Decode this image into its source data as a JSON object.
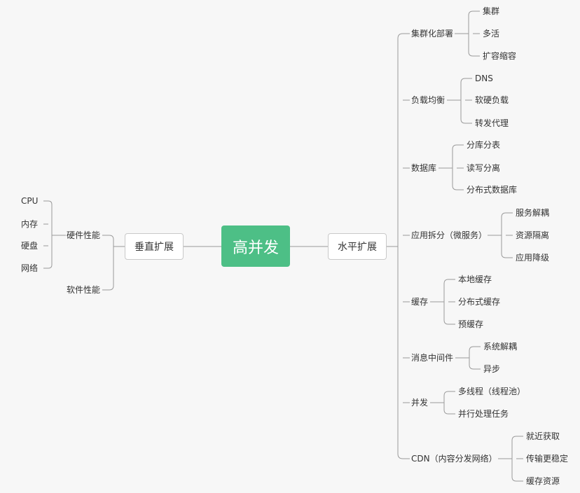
{
  "root": {
    "label": "高并发",
    "color": "#4dbf86"
  },
  "vertical": {
    "label": "垂直扩展",
    "children": [
      {
        "label": "硬件性能",
        "children": [
          {
            "label": "CPU"
          },
          {
            "label": "内存"
          },
          {
            "label": "硬盘"
          },
          {
            "label": "网络"
          }
        ]
      },
      {
        "label": "软件性能",
        "children": []
      }
    ]
  },
  "horizontal": {
    "label": "水平扩展",
    "children": [
      {
        "label": "集群化部署",
        "children": [
          {
            "label": "集群"
          },
          {
            "label": "多活"
          },
          {
            "label": "扩容缩容"
          }
        ]
      },
      {
        "label": "负载均衡",
        "children": [
          {
            "label": "DNS"
          },
          {
            "label": "软硬负载"
          },
          {
            "label": "转发代理"
          }
        ]
      },
      {
        "label": "数据库",
        "children": [
          {
            "label": "分库分表"
          },
          {
            "label": "读写分离"
          },
          {
            "label": "分布式数据库"
          }
        ]
      },
      {
        "label": "应用拆分（微服务）",
        "children": [
          {
            "label": "服务解耦"
          },
          {
            "label": "资源隔离"
          },
          {
            "label": "应用降级"
          }
        ]
      },
      {
        "label": "缓存",
        "children": [
          {
            "label": "本地缓存"
          },
          {
            "label": "分布式缓存"
          },
          {
            "label": "预缓存"
          }
        ]
      },
      {
        "label": "消息中间件",
        "children": [
          {
            "label": "系统解耦"
          },
          {
            "label": "异步"
          }
        ]
      },
      {
        "label": "并发",
        "children": [
          {
            "label": "多线程（线程池）"
          },
          {
            "label": "并行处理任务"
          }
        ]
      },
      {
        "label": "CDN（内容分发网络）",
        "children": [
          {
            "label": "就近获取"
          },
          {
            "label": "传输更稳定"
          },
          {
            "label": "缓存资源"
          }
        ]
      }
    ]
  }
}
